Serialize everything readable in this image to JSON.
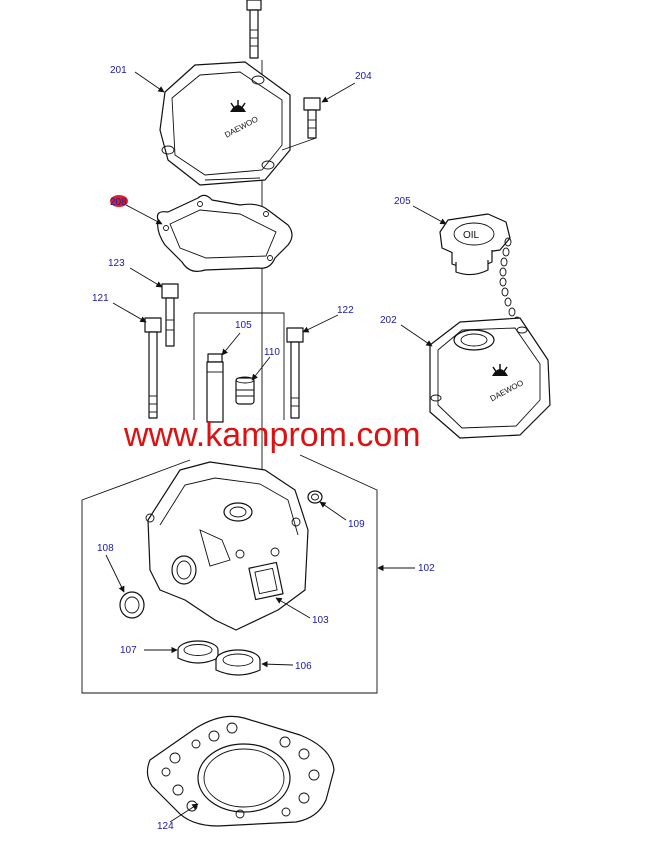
{
  "watermark": "www.kamprom.com",
  "brand_text": "DAEWOO",
  "cap_text": "OIL",
  "colors": {
    "label": "#1a1aa8",
    "watermark": "#dd1111",
    "highlight": "#e02020",
    "line": "#111111"
  },
  "labels": {
    "p201": "201",
    "p204": "204",
    "p208": "208",
    "p205": "205",
    "p123": "123",
    "p121": "121",
    "p122": "122",
    "p202": "202",
    "p105": "105",
    "p110": "110",
    "p109": "109",
    "p102": "102",
    "p108": "108",
    "p103": "103",
    "p107": "107",
    "p106": "106",
    "p124": "124"
  }
}
